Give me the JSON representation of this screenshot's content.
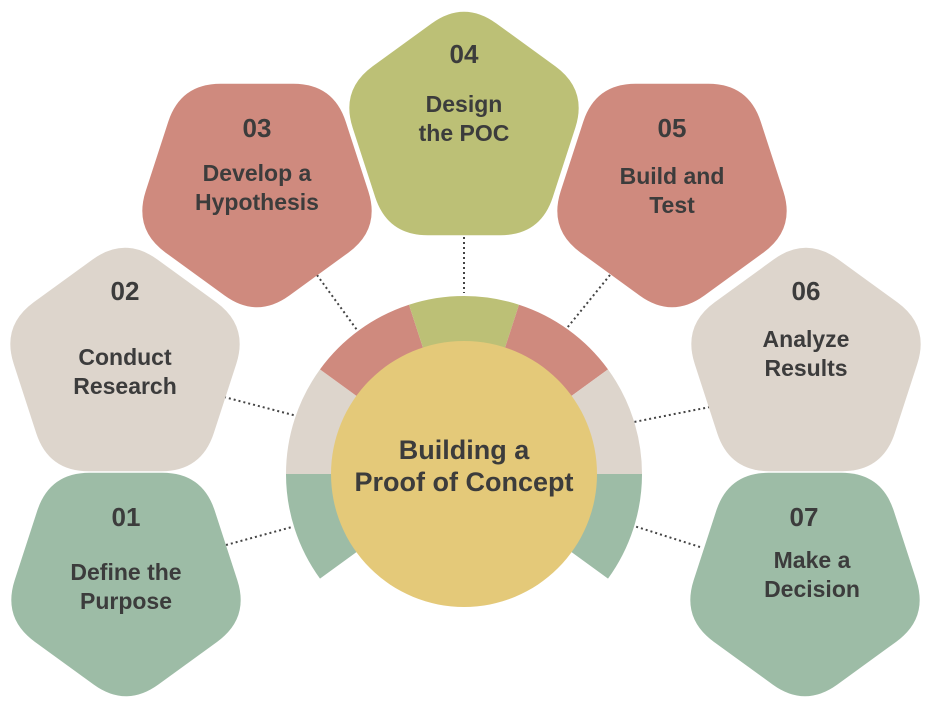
{
  "title": {
    "line1": "Building a",
    "line2": "Proof of Concept"
  },
  "colors": {
    "green": "#9dbca6",
    "beige": "#ddd5cc",
    "red": "#cf8a7e",
    "olive": "#bcc076",
    "center": "#e4c979",
    "text": "#3c3c3c"
  },
  "steps": [
    {
      "number": "01",
      "lines": [
        "Define the",
        "Purpose"
      ],
      "color": "green"
    },
    {
      "number": "02",
      "lines": [
        "Conduct",
        "Research"
      ],
      "color": "beige"
    },
    {
      "number": "03",
      "lines": [
        "Develop a",
        "Hypothesis"
      ],
      "color": "red"
    },
    {
      "number": "04",
      "lines": [
        "Design",
        "the POC"
      ],
      "color": "olive"
    },
    {
      "number": "05",
      "lines": [
        "Build and",
        "Test"
      ],
      "color": "red"
    },
    {
      "number": "06",
      "lines": [
        "Analyze",
        "Results"
      ],
      "color": "beige"
    },
    {
      "number": "07",
      "lines": [
        "Make a",
        "Decision"
      ],
      "color": "green"
    }
  ]
}
